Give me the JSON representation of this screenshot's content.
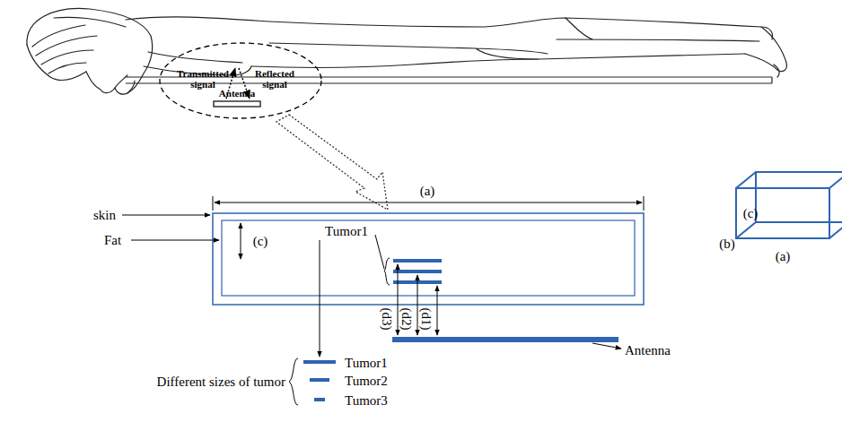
{
  "diagram": {
    "labels": [
      "Transmitted signal",
      "Reflected signal",
      "Antenna",
      "(a)",
      "skin",
      "Fat",
      "(c)",
      "Tumor1",
      "(d3)",
      "(d2)",
      "(d1)",
      "(c)",
      "(b)",
      "(a)",
      "Antenna",
      "Different sizes of tumor",
      "Tumor1",
      "Tumor2",
      "Tumor3"
    ]
  }
}
